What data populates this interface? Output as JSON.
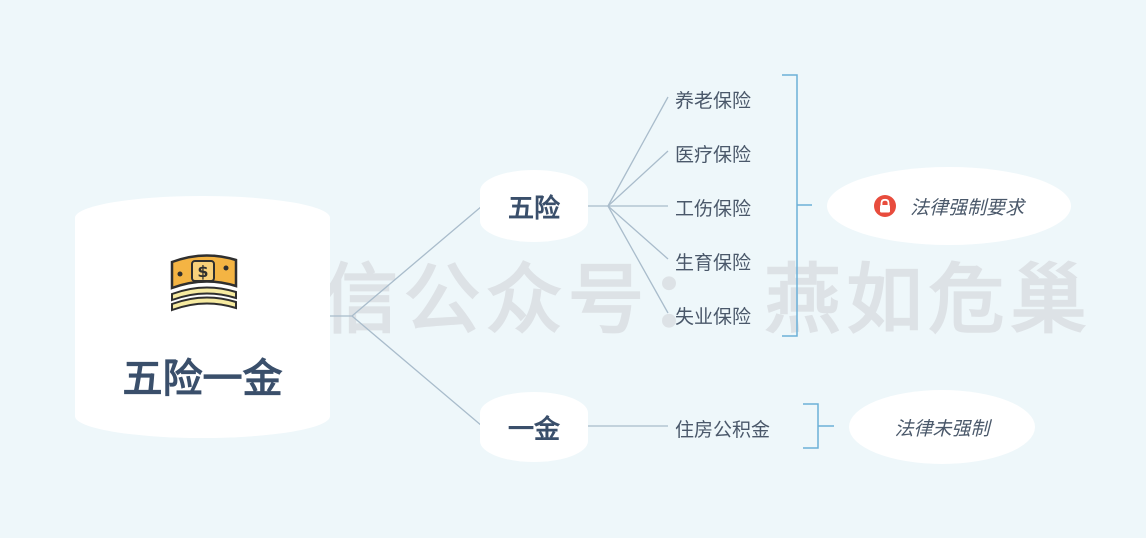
{
  "watermark": "微信公众号： 燕如危巢",
  "root": {
    "title": "五险一金",
    "icon": "money-bill-icon"
  },
  "branches": [
    {
      "label": "五险",
      "children": [
        "养老保险",
        "医疗保险",
        "工伤保险",
        "生育保险",
        "失业保险"
      ],
      "summary": {
        "text": "法律强制要求",
        "icon": "lock-icon"
      }
    },
    {
      "label": "一金",
      "children": [
        "住房公积金"
      ],
      "summary": {
        "text": "法律未强制"
      }
    }
  ],
  "colors": {
    "background": "#eef7fa",
    "text": "#3a4f6b",
    "connector": "#a9bccb",
    "bracket": "#6bb0d8",
    "lock": "#e84c3d"
  }
}
